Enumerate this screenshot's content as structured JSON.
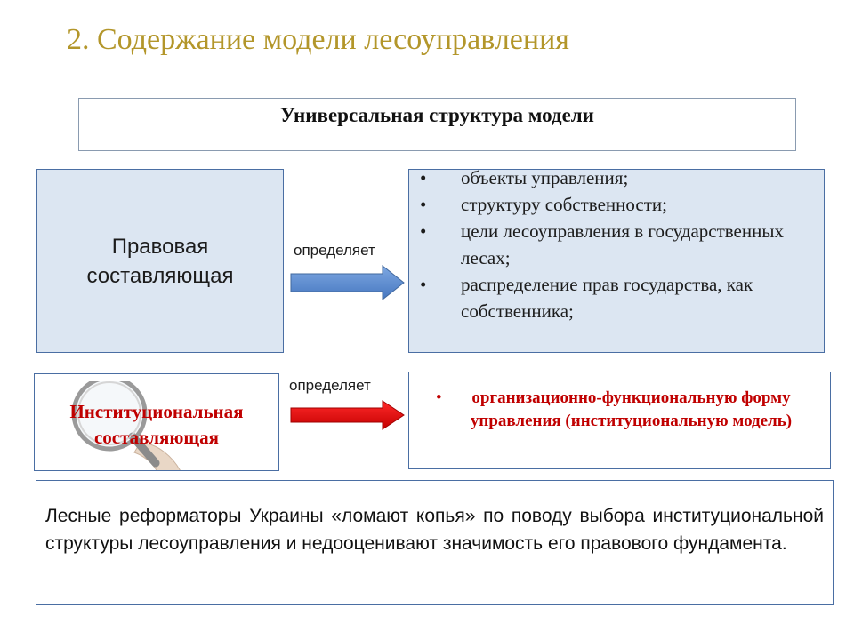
{
  "slide": {
    "title": "2. Содержание модели лесоуправления",
    "top_box": {
      "heading": "Универсальная структура модели"
    },
    "legal": {
      "line1": "Правовая",
      "line2": "составляющая",
      "verb": "определяет",
      "items": [
        "объекты управления;",
        "структуру собственности;",
        "цели лесоуправления в государственных лесах;",
        "распределение прав государства, как собственника;"
      ]
    },
    "institutional": {
      "line1": "Институциональная",
      "line2": "составляющая",
      "verb": "определяет",
      "result": "организационно-функциональную форму управления (институциональную модель)"
    },
    "note": "Лесные реформаторы Украины «ломают копья» по поводу выбора институциональной структуры лесоуправления и недооценивают значимость его правового фундамента.",
    "bullet": "•",
    "colors": {
      "title": "#b3962a",
      "box_fill": "#dce6f2",
      "box_border": "#4a6ea3",
      "accent_red": "#c00000",
      "arrow_blue": "#5b8bd0",
      "arrow_red": "#e01010"
    },
    "icons": {
      "arrow_1": "right-arrow-blue",
      "arrow_2": "right-arrow-red",
      "decoration": "magnifying-glass-hand"
    }
  }
}
